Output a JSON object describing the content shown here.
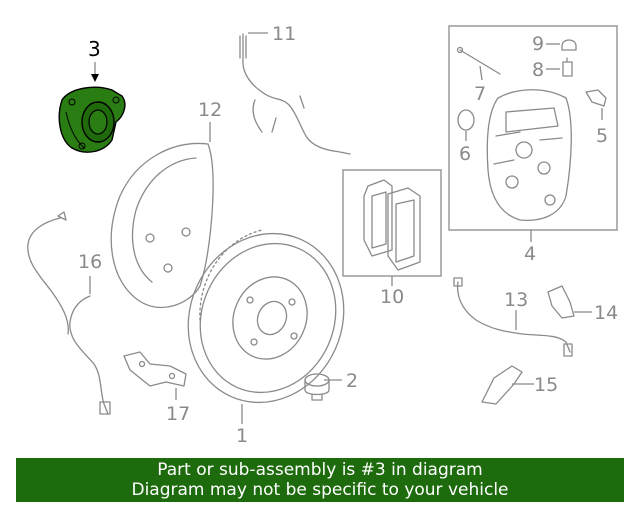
{
  "diagram": {
    "highlight_color": "#2a7d12",
    "callouts": {
      "c1": "1",
      "c2": "2",
      "c3": "3",
      "c4": "4",
      "c5": "5",
      "c6": "6",
      "c7": "7",
      "c8": "8",
      "c9": "9",
      "c10": "10",
      "c11": "11",
      "c12": "12",
      "c13": "13",
      "c14": "14",
      "c15": "15",
      "c16": "16",
      "c17": "17"
    }
  },
  "banner": {
    "line1": "Part or sub-assembly is #3 in diagram",
    "line2": "Diagram may not be specific to your vehicle",
    "background": "#1d6b0c"
  }
}
